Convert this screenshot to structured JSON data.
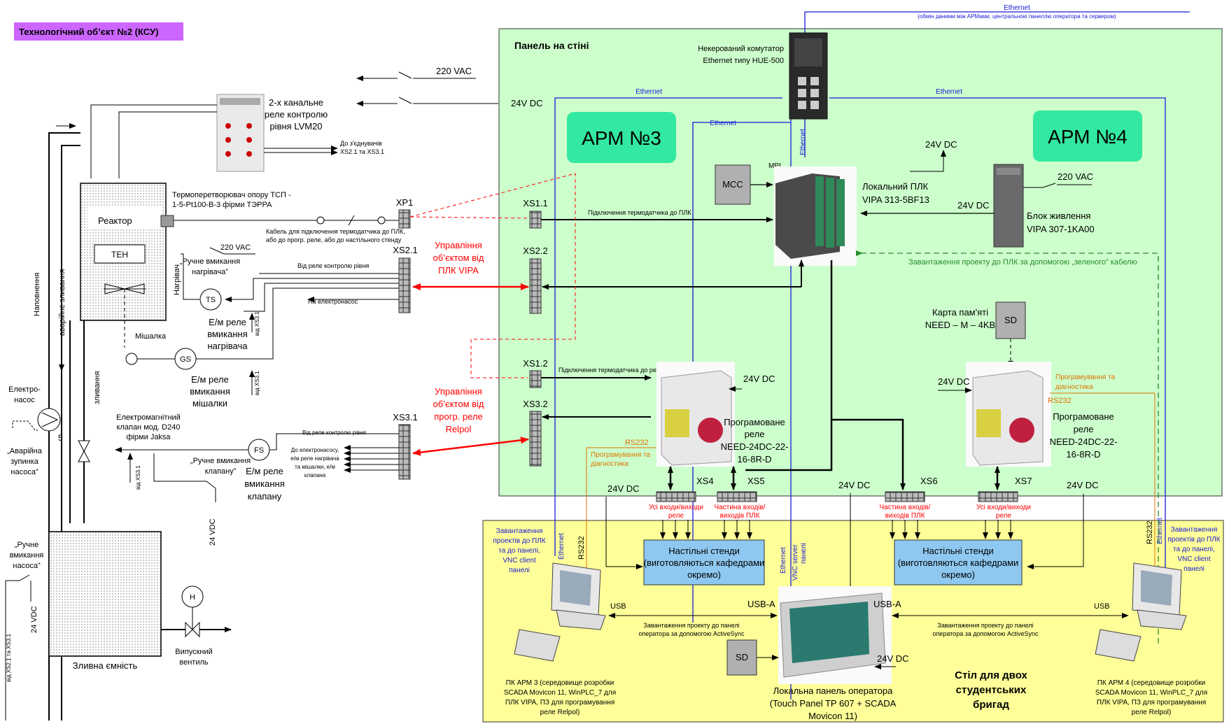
{
  "title_badge": "Технологічний об’єкт №2 (КСУ)",
  "ethernet_top": {
    "label": "Ethernet",
    "sub": "(обмін даними між АРМами, центральною панеллю оператора та сервером)"
  },
  "ethernet_labels": {
    "left": "Ethernet",
    "right": "Ethernet",
    "mid": "Ethernet",
    "switch_v": "Ethernet",
    "pc3_v": "Ethernet",
    "pc4_v": "Ethernet",
    "panel_v": "Ethernet"
  },
  "wall_panel": {
    "title": "Панель на стіні"
  },
  "switch": {
    "line1": "Некерований комутатор",
    "line2": "Ethernet типу HUE-500"
  },
  "arm3": "АРМ №3",
  "arm4": "АРМ №4",
  "mcc": "MCC",
  "mpi": "MPI",
  "plc": {
    "line1": "Локальний ПЛК",
    "line2": "VIPA 313-5BF13"
  },
  "psu": {
    "line1": "Блок живлення",
    "line2": "VIPA 307-1KA00"
  },
  "psu_220": "220 VAC",
  "dc24": "24V DC",
  "green_cable": "Завантаження проекту до ПЛК за допомогою „зеленого” кабелю",
  "sd_card": {
    "line1": "Карта пам'яті",
    "line2": "NEED – M – 4KB",
    "sd": "SD"
  },
  "prog_relay_label": [
    "Програмоване",
    "реле",
    "NEED-24DC-22-",
    "16-8R-D"
  ],
  "prog_diag": [
    "Програмування та",
    "діагностика"
  ],
  "rs232": "RS232",
  "xs_labels": {
    "xs11": "XS1.1",
    "xs22": "XS2.2",
    "xs12": "XS1.2",
    "xs32": "XS3.2",
    "xp1": "XP1",
    "xs21": "XS2.1",
    "xs31": "XS3.1",
    "xs4": "XS4",
    "xs5": "XS5",
    "xs6": "XS6",
    "xs7": "XS7"
  },
  "thermo_plc": "Підключення термодатчика до ПЛК",
  "thermo_relay": "Підключення термодатчика до реле Relpol",
  "control_vipa": [
    "Управління",
    "об’єктом від",
    "ПЛК VIPA"
  ],
  "control_relpol": [
    "Управління",
    "об’єктом від",
    "прогр. реле",
    "Relpol"
  ],
  "all_io_relay": [
    "Усі входи/виходи",
    "реле"
  ],
  "part_io_plc": [
    "Частина входів/",
    "виходів ПЛК"
  ],
  "stand": [
    "Настільні стенди",
    "(виготовляються кафедрами",
    "окремо)"
  ],
  "activesync": [
    "Завантаження проекту до панелі",
    "оператора за допомогою ActiveSync"
  ],
  "usb": "USB",
  "usb_a": "USB-A",
  "vnc_server": [
    "VNC server",
    "панелі"
  ],
  "pc_left_note": [
    "Завантаження",
    "проектів до ПЛК",
    "та до панелі,",
    "VNC client",
    "панелі"
  ],
  "pc3_caption": [
    "ПК АРМ 3 (середовище розробки",
    "SCADA Movicon 11, WinPLC_7 для",
    "ПЛК VIPA, ПЗ для програмування",
    "реле Relpol)"
  ],
  "pc4_caption": [
    "ПК АРМ 4 (середовище розробки",
    "SCADA Movicon 11, WinPLC_7 для",
    "ПЛК VIPA, ПЗ для програмування",
    "реле Relpol)"
  ],
  "local_panel": [
    "Локальна панель оператора",
    "(Touch Panel TP 607 + SCADA",
    "Movicon 11)"
  ],
  "table": [
    "Стіл для двох",
    "студентських",
    "бригад"
  ],
  "vac220": "220 VAC",
  "lvm": [
    "2-х канальне",
    "реле контролю",
    "рівня LVM20"
  ],
  "lvm_to": [
    "До з'єднувачів",
    "XS2.1 та XS3.1"
  ],
  "thermo_sensor": [
    "Термоперетворювач опору ТСП -",
    "1-5-Pt100-В-3 фірми ТЭРРА"
  ],
  "reactor": "Реактор",
  "ten": "ТЕН",
  "cable_note": [
    "Кабель для підключення термодатчика до ПЛК,",
    "або до прогр. реле, або до настільного стенду"
  ],
  "from_level": "Від реле контролю рівня",
  "to_pump": "На електронасос",
  "manual_heater": [
    "„Ручне вмикання",
    "нагрівача”"
  ],
  "heater": "Нагрівач",
  "ts": "TS",
  "gs": "GS",
  "fs": "FS",
  "h": "H",
  "relay_heater": [
    "Е/м реле",
    "вмикання",
    "нагрівача"
  ],
  "relay_mixer": [
    "Е/м реле",
    "вмикання",
    "мішалки"
  ],
  "relay_valve": [
    "Е/м реле",
    "вмикання",
    "клапану"
  ],
  "mixer": "Мішалка",
  "from_xs31": "від XS3.1",
  "valve": [
    "Електромагнітний",
    "клапан мод. D240",
    "фірми Jaksa"
  ],
  "manual_valve": [
    "„Ручне вмикання",
    "клапану”"
  ],
  "vdc24": "24 VDC",
  "to_pump_relays": [
    "До електронасосу,",
    "е/м реле нагрівача",
    "та мішалки, е/м",
    "клапана"
  ],
  "fill": "Наповнення",
  "emergency_drain": "аварійне зливання",
  "drain": "зливання",
  "pump": [
    "Електро-",
    "насос"
  ],
  "pump_num": "5",
  "emergency_stop": [
    "„Аварійна",
    "зупинка",
    "насоса”"
  ],
  "manual_pump": [
    "„Ручне",
    "вмикання",
    "насоса”"
  ],
  "from_xs": "від XS2.1 та XS3.1",
  "drain_tank": "Зливна ємність",
  "outlet": [
    "Випускний",
    "вентиль"
  ],
  "colors": {
    "green_panel": "#ccffcc",
    "yellow_table": "#ffff99",
    "arm": "#33e8a0",
    "stand": "#8ec8f0",
    "badge": "#cc66ff",
    "red": "#ff0000",
    "blue": "#1a1ad6",
    "orange": "#e07000",
    "green_text": "#2a8a2a"
  }
}
